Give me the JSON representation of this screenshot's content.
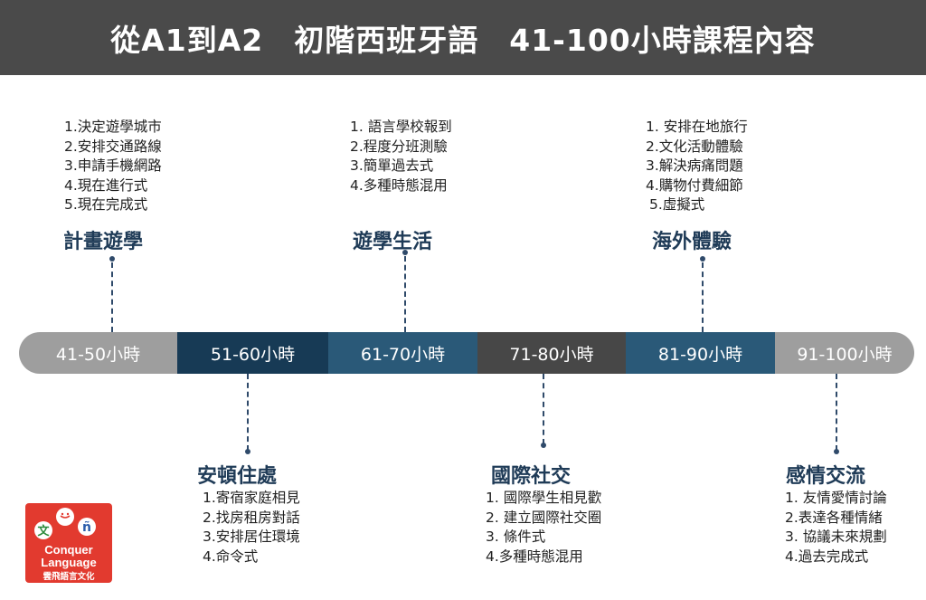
{
  "header": {
    "title": "從A1到A2　初階西班牙語　41-100小時課程內容"
  },
  "timeline": [
    {
      "label": "41-50小時",
      "color": "#9e9e9e"
    },
    {
      "label": "51-60小時",
      "color": "#173a55"
    },
    {
      "label": "61-70小時",
      "color": "#2a5978"
    },
    {
      "label": "71-80小時",
      "color": "#474747"
    },
    {
      "label": "81-90小時",
      "color": "#2a5978"
    },
    {
      "label": "91-100小時",
      "color": "#9e9e9e"
    }
  ],
  "groups": [
    {
      "title": "計畫遊學",
      "items": [
        "1.決定遊學城市",
        "2.安排交通路線",
        "3.申請手機網路",
        "4.現在進行式",
        "5.現在完成式"
      ]
    },
    {
      "title": "安頓住處",
      "items": [
        "1.寄宿家庭相見",
        "2.找房租房對話",
        "3.安排居住環境",
        "4.命令式"
      ]
    },
    {
      "title": "遊學生活",
      "items": [
        "1. 語言學校報到",
        "2.程度分班測驗",
        "3.簡單過去式",
        "4.多種時態混用"
      ]
    },
    {
      "title": "國際社交",
      "items": [
        "1. 國際學生相見歡",
        "2. 建立國際社交圈",
        "3. 條件式",
        "4.多種時態混用"
      ]
    },
    {
      "title": "海外體驗",
      "items": [
        "1. 安排在地旅行",
        "2.文化活動體驗",
        "3.解決病痛問題",
        "4.購物付費細節",
        "5.虛擬式"
      ]
    },
    {
      "title": "感情交流",
      "items": [
        "1. 友情愛情討論",
        "2.表達各種情緒",
        "3. 協議未來規劃",
        "4.過去完成式"
      ]
    }
  ],
  "logo": {
    "glyph_wen": "文",
    "glyph_n": "ñ",
    "brand_line1": "Conquer",
    "brand_line2": "Language",
    "brand_zh": "雲飛語言文化",
    "color": "#e23a2f"
  }
}
